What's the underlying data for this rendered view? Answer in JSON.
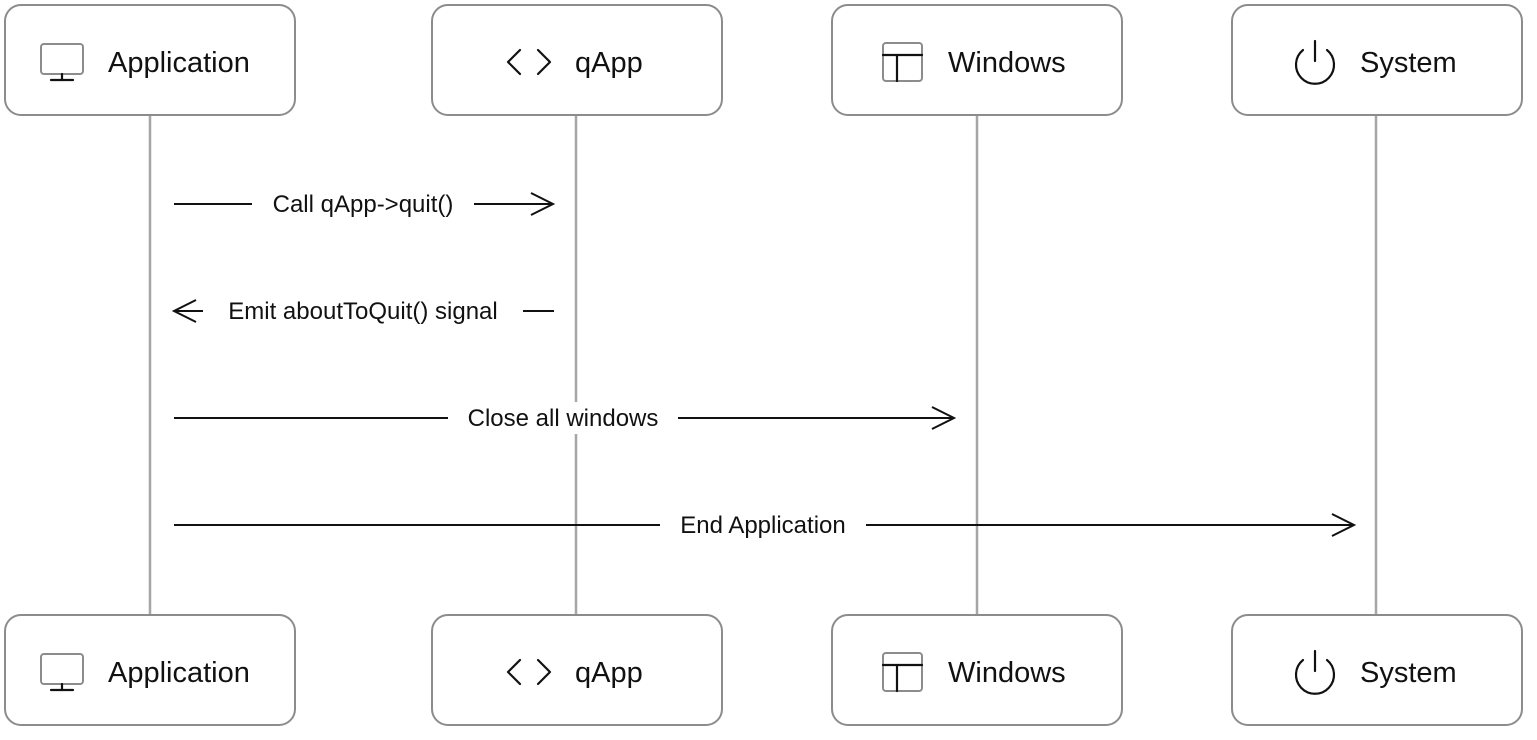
{
  "participants": [
    {
      "id": "app",
      "label": "Application",
      "icon": "monitor-icon"
    },
    {
      "id": "qapp",
      "label": "qApp",
      "icon": "code-icon"
    },
    {
      "id": "windows",
      "label": "Windows",
      "icon": "layout-icon"
    },
    {
      "id": "system",
      "label": "System",
      "icon": "power-icon"
    }
  ],
  "messages": [
    {
      "from": "app",
      "to": "qapp",
      "text": "Call qApp->quit()"
    },
    {
      "from": "qapp",
      "to": "app",
      "text": "Emit aboutToQuit() signal"
    },
    {
      "from": "app",
      "to": "windows",
      "text": "Close all windows"
    },
    {
      "from": "app",
      "to": "system",
      "text": "End Application"
    }
  ],
  "colors": {
    "box_border": "#8c8c8c",
    "lifeline": "#a6a6a6",
    "text": "#111111"
  }
}
